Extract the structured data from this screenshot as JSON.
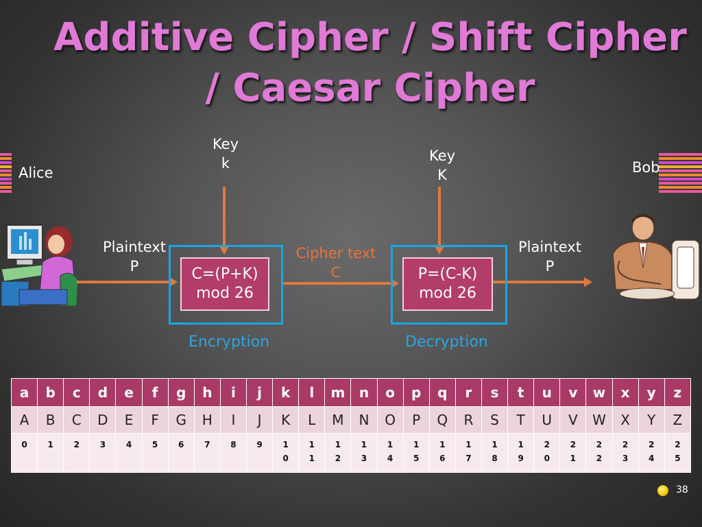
{
  "title_line1": "Additive Cipher / Shift Cipher",
  "title_line2": "/ Caesar Cipher",
  "alice": "Alice",
  "bob": "Bob",
  "key_left_line1": "Key",
  "key_left_line2": "k",
  "key_right_line1": "Key",
  "key_right_line2": "K",
  "plaintext_left_line1": "Plaintext",
  "plaintext_left_line2": "P",
  "plaintext_right_line1": "Plaintext",
  "plaintext_right_line2": "P",
  "ciphertext_line1": "Cipher text",
  "ciphertext_line2": "C",
  "encrypt_formula_line1": "C=(P+K)",
  "encrypt_formula_line2": "mod 26",
  "decrypt_formula_line1": "P=(C-K)",
  "decrypt_formula_line2": "mod 26",
  "encryption_label": "Encryption",
  "decryption_label": "Decryption",
  "table": {
    "lower": [
      "a",
      "b",
      "c",
      "d",
      "e",
      "f",
      "g",
      "h",
      "i",
      "j",
      "k",
      "l",
      "m",
      "n",
      "o",
      "p",
      "q",
      "r",
      "s",
      "t",
      "u",
      "v",
      "w",
      "x",
      "y",
      "z"
    ],
    "upper": [
      "A",
      "B",
      "C",
      "D",
      "E",
      "F",
      "G",
      "H",
      "I",
      "J",
      "K",
      "L",
      "M",
      "N",
      "O",
      "P",
      "Q",
      "R",
      "S",
      "T",
      "U",
      "V",
      "W",
      "X",
      "Y",
      "Z"
    ],
    "numbers": [
      "0",
      "1",
      "2",
      "3",
      "4",
      "5",
      "6",
      "7",
      "8",
      "9",
      "10",
      "11",
      "12",
      "13",
      "14",
      "15",
      "16",
      "17",
      "18",
      "19",
      "20",
      "21",
      "22",
      "23",
      "24",
      "25"
    ]
  },
  "page_number": "38",
  "colors": {
    "title": "#e07ad6",
    "arrow": "#e07a3c",
    "box_border": "#1aa6e4",
    "formula_box": "#b23c6a",
    "table_header": "#a93a67"
  },
  "icons": {
    "alice": "woman-at-computer-icon",
    "bob": "man-at-computer-icon",
    "slide_bullet": "yellow-dot-icon"
  }
}
